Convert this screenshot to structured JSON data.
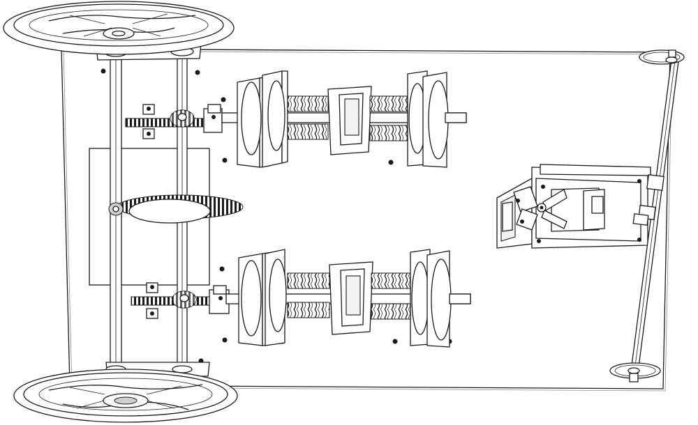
{
  "colors": {
    "line": "#1a1a1a",
    "paper": "#ffffff",
    "shade": "#cfcfcf",
    "dark": "#1a1a1a"
  },
  "figure": {
    "kind": "mechanical-assembly-line-drawing",
    "components": [
      "base-plate",
      "rear-wheel-top",
      "rear-wheel-bottom",
      "rear-axle",
      "intermediate-shaft",
      "center-spur-gear",
      "upper-pinion-train",
      "lower-pinion-train",
      "upper-spring-energy-unit",
      "lower-spring-energy-unit",
      "steering-servo-assembly",
      "front-axle",
      "front-wheel-top",
      "front-wheel-bottom"
    ]
  }
}
